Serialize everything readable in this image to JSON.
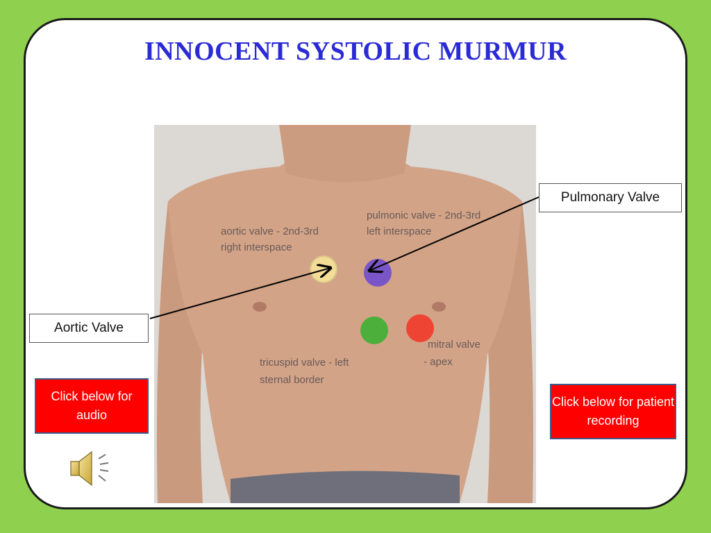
{
  "slide": {
    "title": "INNOCENT SYSTOLIC MURMUR"
  },
  "labels": {
    "pulmonary": "Pulmonary Valve",
    "aortic": "Aortic Valve"
  },
  "buttons": {
    "audio": "Click below for audio",
    "patient_recording": "Click below for patient recording"
  },
  "photo_annotations": {
    "aortic_line1": "aortic valve - 2nd-3rd",
    "aortic_line2": "right interspace",
    "pulmonic_line1": "pulmonic valve - 2nd-3rd",
    "pulmonic_line2": "left interspace",
    "tricuspid_line1": "tricuspid valve - left",
    "tricuspid_line2": "sternal border",
    "mitral_line1": "mitral valve",
    "mitral_line2": "- apex"
  },
  "icons": {
    "speaker": "speaker-icon"
  },
  "colors": {
    "background": "#8fd14f",
    "title": "#2b2bd6",
    "button": "#ff0000",
    "aortic_dot": "#f3dc96",
    "pulmonic_dot": "#7a55c8",
    "tricuspid_dot": "#4caf3c",
    "mitral_dot": "#ee4433"
  }
}
